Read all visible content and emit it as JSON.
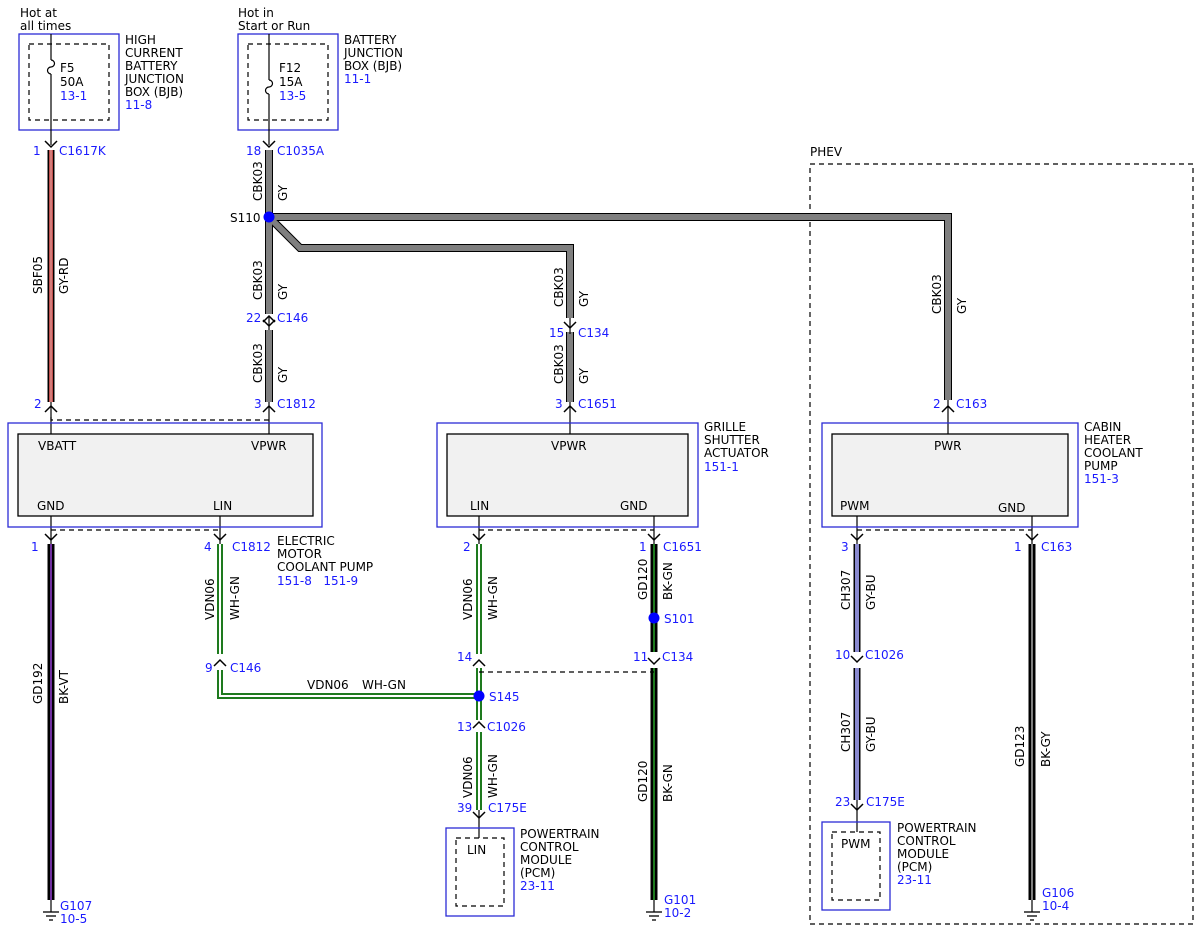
{
  "power_sources": {
    "hot_at_all_times": [
      "Hot at",
      "all times"
    ],
    "hot_in_start_run": [
      "Hot in",
      "Start or Run"
    ]
  },
  "fuses": {
    "f5": {
      "name": "F5",
      "rating": "50A",
      "ref": "13-1",
      "box": [
        "HIGH",
        "CURRENT",
        "BATTERY",
        "JUNCTION",
        "BOX (BJB)"
      ],
      "box_ref": "11-8"
    },
    "f12": {
      "name": "F12",
      "rating": "15A",
      "ref": "13-5",
      "box": [
        "BATTERY",
        "JUNCTION",
        "BOX (BJB)"
      ],
      "box_ref": "11-1"
    }
  },
  "phev_label": "PHEV",
  "connectors": {
    "c1617k": {
      "pin": "1",
      "name": "C1617K"
    },
    "c1035a": {
      "pin": "18",
      "name": "C1035A"
    },
    "c146_top": {
      "pin": "22",
      "name": "C146"
    },
    "c1812_vbatt": {
      "pin": "2",
      "name": ""
    },
    "c1812_vpwr": {
      "pin": "3",
      "name": "C1812"
    },
    "c134_top": {
      "pin": "15",
      "name": "C134"
    },
    "c1651_top": {
      "pin": "3",
      "name": "C1651"
    },
    "c163_top": {
      "pin": "2",
      "name": "C163"
    },
    "emcp_gnd": {
      "pin": "1",
      "name": ""
    },
    "c1812_lin": {
      "pin": "4",
      "name": "C1812"
    },
    "c146_bot": {
      "pin": "9",
      "name": "C146"
    },
    "gsa_lin": {
      "pin": "2",
      "name": ""
    },
    "c1651_bot": {
      "pin": "1",
      "name": "C1651"
    },
    "c134_lin": {
      "pin": "14",
      "name": ""
    },
    "c134_gnd": {
      "pin": "11",
      "name": "C134"
    },
    "c1026_lin": {
      "pin": "13",
      "name": "C1026"
    },
    "c175e_lin": {
      "pin": "39",
      "name": "C175E"
    },
    "chp_pwm": {
      "pin": "3",
      "name": ""
    },
    "c163_gnd": {
      "pin": "1",
      "name": "C163"
    },
    "c1026_pwm": {
      "pin": "10",
      "name": "C1026"
    },
    "c175e_pwm": {
      "pin": "23",
      "name": "C175E"
    }
  },
  "splices": {
    "s110": "S110",
    "s101": "S101",
    "s145": "S145"
  },
  "wires": {
    "sbf05": {
      "circuit": "SBF05",
      "color": "GY-RD"
    },
    "cbk03": {
      "circuit": "CBK03",
      "color": "GY"
    },
    "gd192": {
      "circuit": "GD192",
      "color": "BK-VT"
    },
    "vdn06": {
      "circuit": "VDN06",
      "color": "WH-GN"
    },
    "gd120": {
      "circuit": "GD120",
      "color": "BK-GN"
    },
    "ch307": {
      "circuit": "CH307",
      "color": "GY-BU"
    },
    "gd123": {
      "circuit": "GD123",
      "color": "BK-GY"
    }
  },
  "modules": {
    "emcp": {
      "name": [
        "ELECTRIC",
        "MOTOR",
        "COOLANT PUMP"
      ],
      "ref": "151-8   151-9",
      "pins": {
        "vbatt": "VBATT",
        "vpwr": "VPWR",
        "gnd": "GND",
        "lin": "LIN"
      }
    },
    "gsa": {
      "name": [
        "GRILLE",
        "SHUTTER",
        "ACTUATOR"
      ],
      "ref": "151-1",
      "pins": {
        "vpwr": "VPWR",
        "lin": "LIN",
        "gnd": "GND"
      }
    },
    "chcp": {
      "name": [
        "CABIN",
        "HEATER",
        "COOLANT",
        "PUMP"
      ],
      "ref": "151-3",
      "pins": {
        "pwr": "PWR",
        "pwm": "PWM",
        "gnd": "GND"
      }
    },
    "pcm_lin": {
      "name": [
        "POWERTRAIN",
        "CONTROL",
        "MODULE",
        "(PCM)"
      ],
      "ref": "23-11",
      "pin": "LIN"
    },
    "pcm_pwm": {
      "name": [
        "POWERTRAIN",
        "CONTROL",
        "MODULE",
        "(PCM)"
      ],
      "ref": "23-11",
      "pin": "PWM"
    }
  },
  "grounds": {
    "g107": {
      "name": "G107",
      "ref": "10-5"
    },
    "g101": {
      "name": "G101",
      "ref": "10-2"
    },
    "g106": {
      "name": "G106",
      "ref": "10-4"
    }
  },
  "colors": {
    "ref_blue": "#1a1aff",
    "gray_wire": "#7f7f7f",
    "red_wire": "#c0504d",
    "violet_wire": "#7030a0",
    "green_wire": "#1e7a1e",
    "blue_wire": "#4a4aa8",
    "splice_blue": "#0000ff"
  }
}
